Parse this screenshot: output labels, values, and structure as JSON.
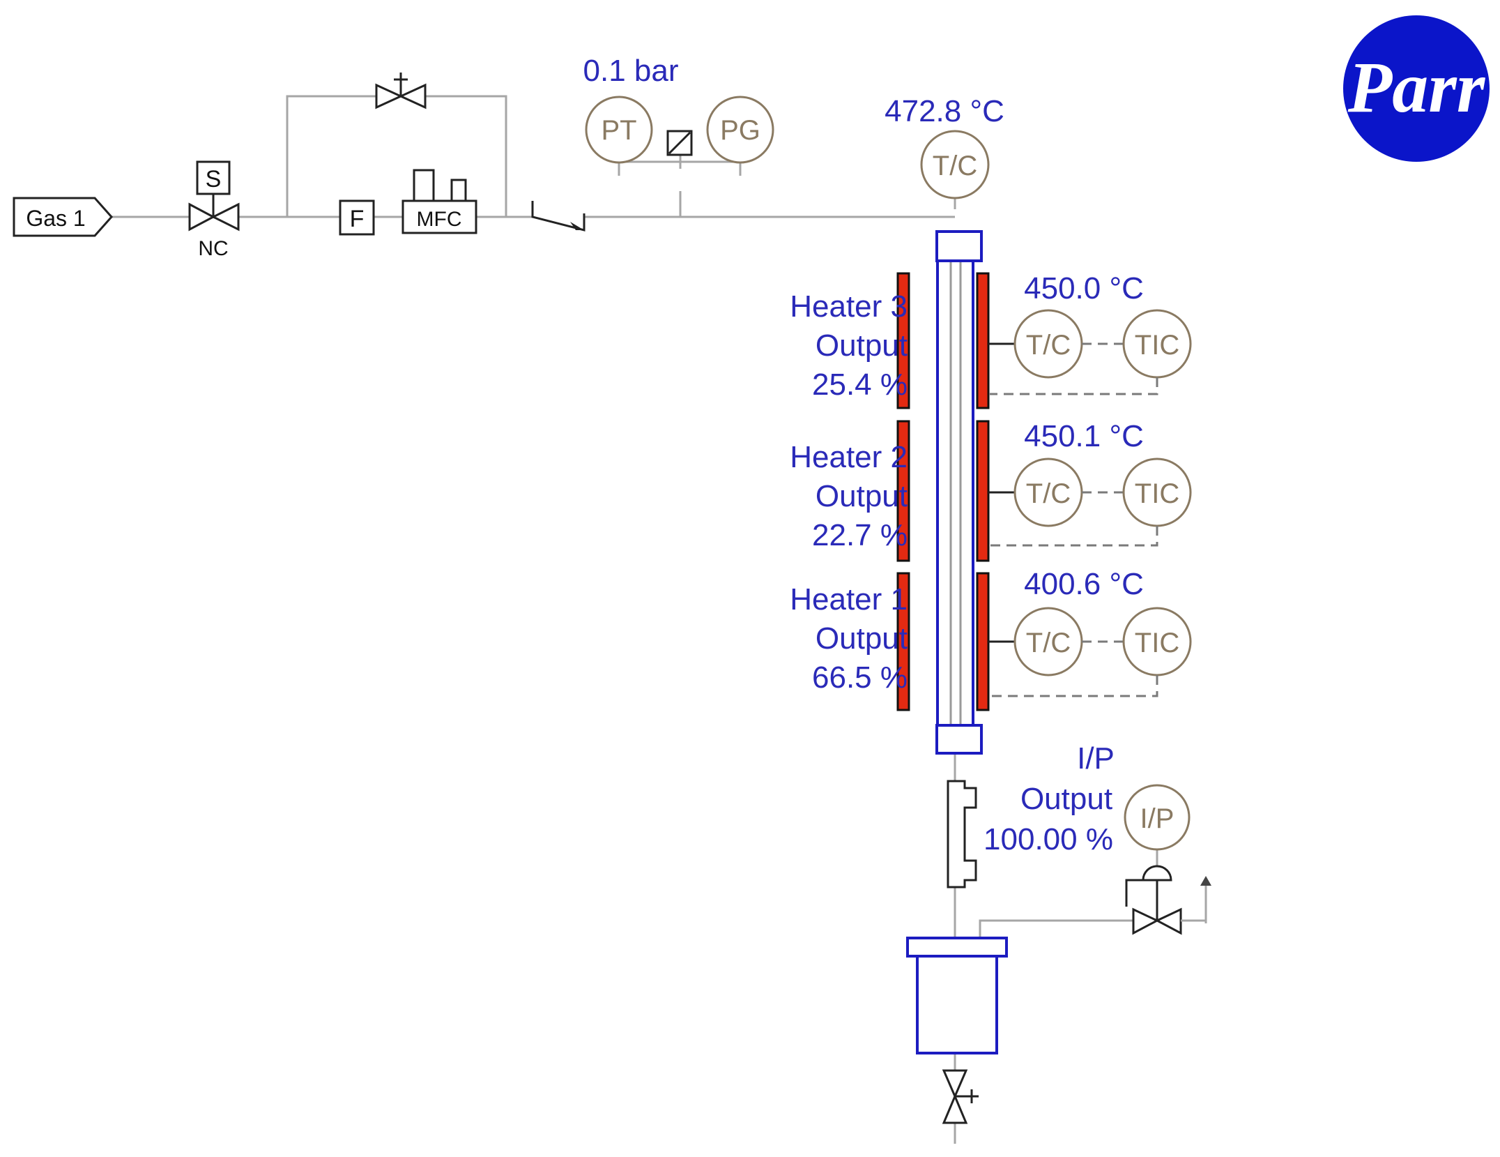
{
  "logo": {
    "text": "Parr",
    "bg_color": "#0b15c9",
    "fg_color": "#ffffff"
  },
  "gas_source": "Gas 1",
  "solenoid_valve": {
    "label": "S",
    "state": "NC"
  },
  "filter": "F",
  "mfc": "MFC",
  "pressure": {
    "value": "0.1 bar",
    "transmitter": "PT",
    "gauge": "PG"
  },
  "reactor_inlet": {
    "temperature": "472.8 °C",
    "thermocouple": "T/C"
  },
  "heaters": [
    {
      "name": "Heater 3",
      "output_label": "Output",
      "output": "25.4 %",
      "temperature": "450.0 °C",
      "tc": "T/C",
      "tic": "TIC"
    },
    {
      "name": "Heater 2",
      "output_label": "Output",
      "output": "22.7 %",
      "temperature": "450.1 °C",
      "tc": "T/C",
      "tic": "TIC"
    },
    {
      "name": "Heater 1",
      "output_label": "Output",
      "output": "66.5 %",
      "temperature": "400.6 °C",
      "tc": "T/C",
      "tic": "TIC"
    }
  ],
  "ip": {
    "title": "I/P",
    "output_label": "Output",
    "output": "100.00 %",
    "symbol": "I/P"
  },
  "colors": {
    "process_value": "#2a2ab8",
    "heater": "#e32a12",
    "vessel": "#1c1cc0",
    "instrument": "#8a7a62"
  }
}
